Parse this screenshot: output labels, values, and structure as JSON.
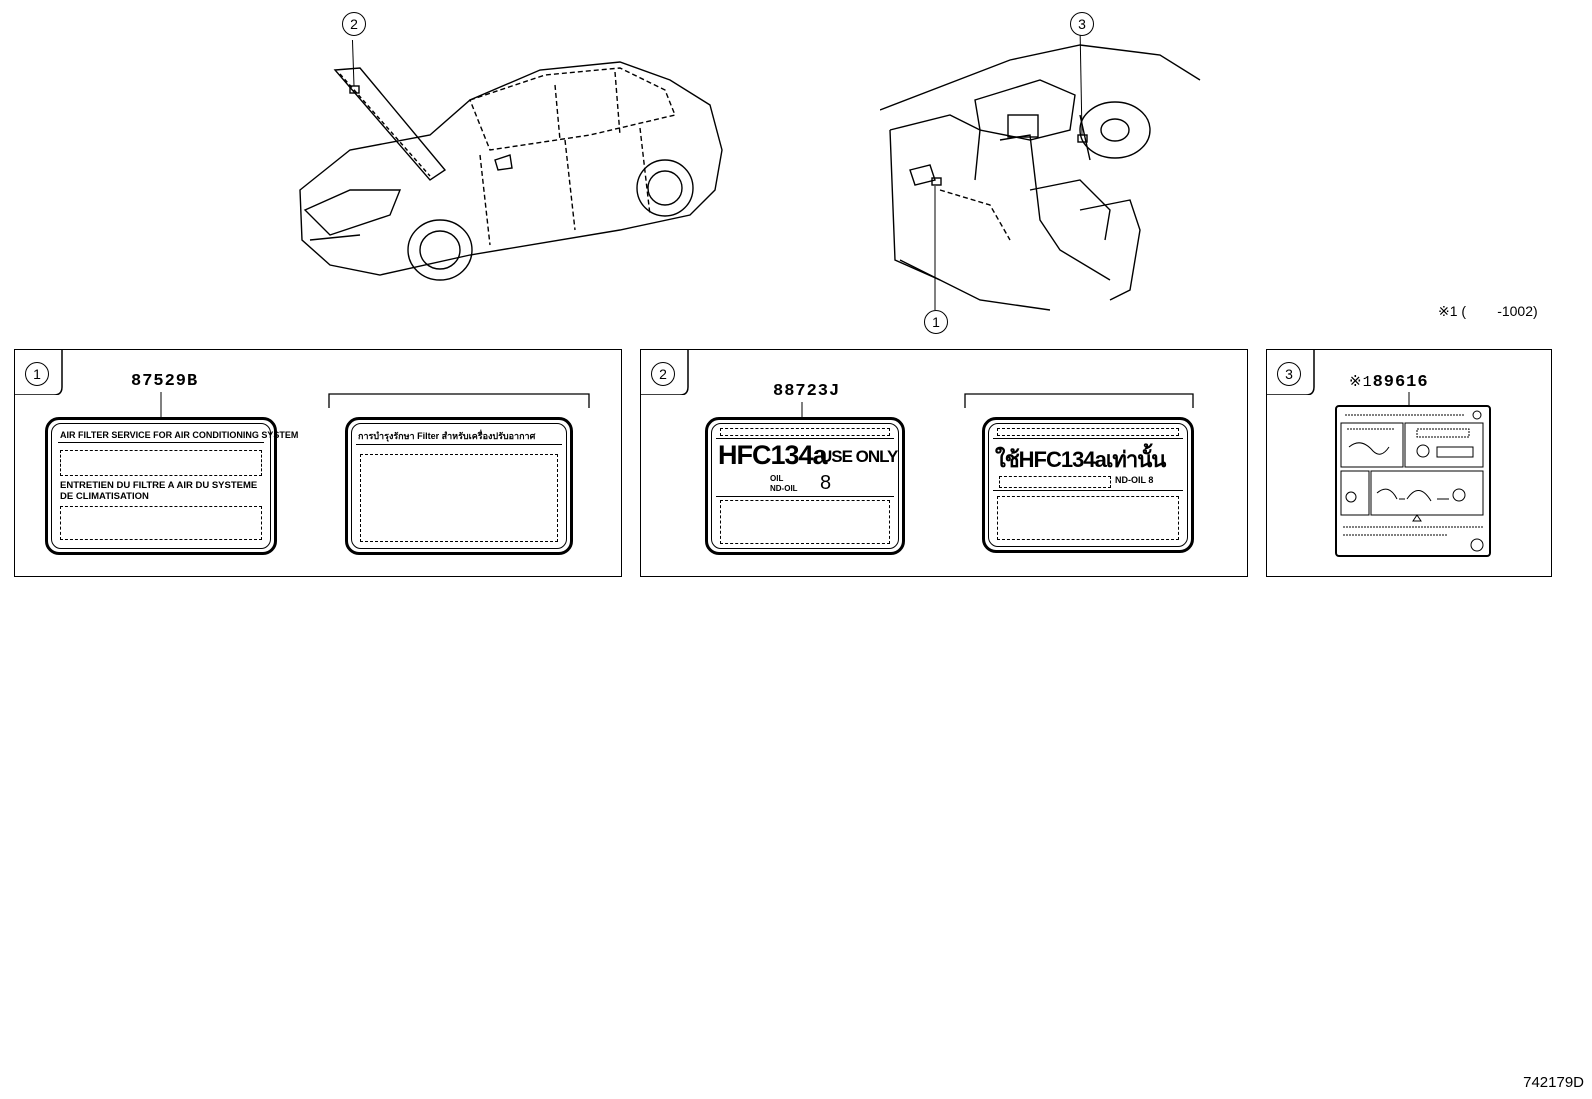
{
  "callouts": {
    "c1": "1",
    "c2": "2",
    "c3": "3"
  },
  "note": {
    "mark": "※1",
    "range": "(        -1002)"
  },
  "panels": [
    {
      "number": "1",
      "part_no": "87529B",
      "label_en": {
        "line1": "AIR FILTER SERVICE FOR AIR CONDITIONING SYSTEM",
        "line2": "ENTRETIEN DU FILTRE A AIR DU SYSTEME",
        "line3": "DE CLIMATISATION"
      },
      "label_th": {
        "title": "การบำรุงรักษา Filter สำหรับเครื่องปรับอากาศ"
      }
    },
    {
      "number": "2",
      "part_no": "88723J",
      "label_en": {
        "main": "HFC134a",
        "use_only": "USE ONLY",
        "oil_a": "OIL",
        "oil_b": "ND-OIL",
        "oil_num": "8"
      },
      "label_th": {
        "main": "ใช้HFC134aเท่านั้น",
        "oil": "ND-OIL 8"
      }
    },
    {
      "number": "3",
      "mark": "※1",
      "part_no": "89616"
    }
  ],
  "figure_id": "742179D"
}
